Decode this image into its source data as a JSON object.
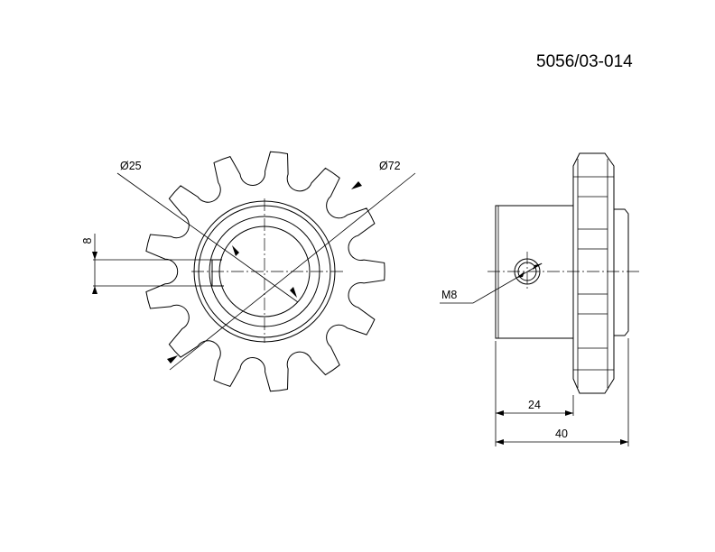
{
  "drawing": {
    "part_number": "5056/03-014",
    "front_view": {
      "bore_diameter_label": "Ø25",
      "outer_diameter_label": "Ø72",
      "keyway_width_label": "8"
    },
    "side_view": {
      "thread_label": "M8",
      "hub_length_label": "24",
      "overall_length_label": "40"
    }
  }
}
